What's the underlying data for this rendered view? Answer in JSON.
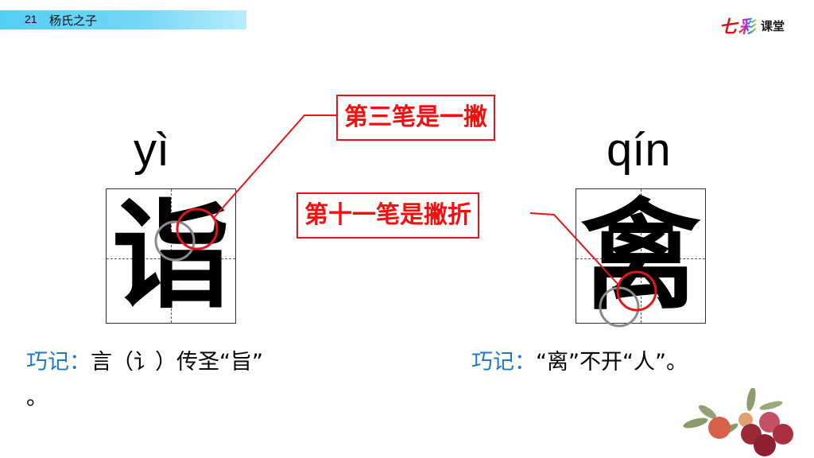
{
  "header": {
    "lesson_number": "21",
    "lesson_title": "杨氏之子"
  },
  "logo": {
    "part1": "七",
    "part2": "彩",
    "part3": "课堂"
  },
  "characters": [
    {
      "pinyin": "yì",
      "hanzi": "诣",
      "callout": "第三笔是一撇",
      "mnemonic_label": "巧记：",
      "mnemonic_text": "言（讠）传圣“旨”",
      "mnemonic_tail": "。"
    },
    {
      "pinyin": "qín",
      "hanzi": "禽",
      "callout": "第十一笔是撇折",
      "mnemonic_label": "巧记：",
      "mnemonic_text": "“离”不开“人”。"
    }
  ],
  "colors": {
    "header_bar": "#55cdf3",
    "callout_red": "#e8141b",
    "mnemonic_label_blue": "#1e7ac8",
    "highlight_circle_gray": "#8a8a8a"
  },
  "decoration": {
    "image": "bayberries-with-leaves"
  }
}
